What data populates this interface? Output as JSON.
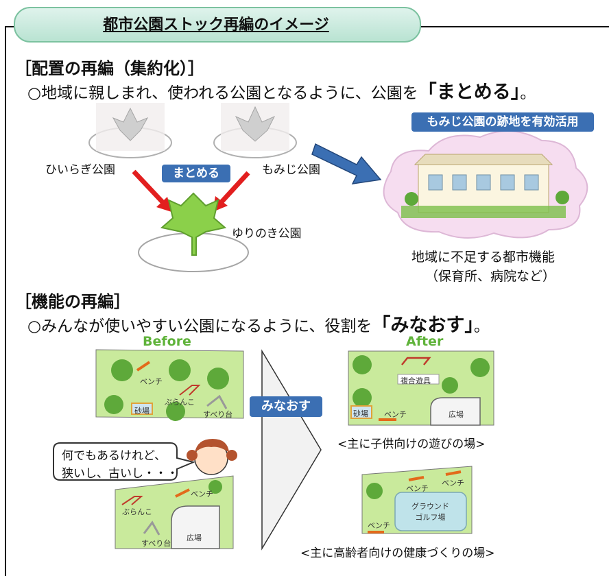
{
  "header": {
    "title": "都市公園ストック再編のイメージ"
  },
  "section1": {
    "heading": "［配置の再編（集約化）］",
    "lead_prefix": "○地域に親しまれ、使われる公園となるように、公園を",
    "lead_emphasis": "「まとめる」",
    "lead_suffix": "。",
    "park_left": "ひいらぎ公園",
    "park_right": "もみじ公園",
    "park_center": "ゆりのき公園",
    "merge_tag": "まとめる",
    "reuse_tag": "もみじ公園の跡地を有効活用",
    "caption_line1": "地域に不足する都市機能",
    "caption_line2": "（保育所、病院など）"
  },
  "section2": {
    "heading": "［機能の再編］",
    "lead_prefix": "○みんなが使いやすい公園になるように、役割を",
    "lead_emphasis": "「みなおす」",
    "lead_suffix": "。",
    "before_label": "Before",
    "after_label": "After",
    "review_tag": "みなおす",
    "speech_line1": "何でもあるけれど、",
    "speech_line2": "狭いし、古いし・・・",
    "before_top": {
      "bench": "ベンチ",
      "swing": "ぶらんこ",
      "sandpit": "砂場",
      "slide": "すべり台"
    },
    "before_bottom": {
      "bench": "ベンチ",
      "swing": "ぶらんこ",
      "slide": "すべり台",
      "plaza": "広場"
    },
    "after_top": {
      "play": "複合遊具",
      "sandpit": "砂場",
      "bench": "ベンチ",
      "plaza": "広場",
      "caption": "<主に子供向けの遊びの場>"
    },
    "after_bottom": {
      "bench1": "ベンチ",
      "bench2": "ベンチ",
      "bench3": "ベンチ",
      "ground_golf": "グラウンド\nゴルフ場",
      "caption": "<主に高齢者向けの健康づくりの場>"
    }
  },
  "colors": {
    "tag_blue": "#3b6fb3",
    "arrow_red": "#e21f1f",
    "park_green": "#c9ea9c",
    "leaf_green": "#8bd04a",
    "bench_orange": "#e36a1a"
  }
}
